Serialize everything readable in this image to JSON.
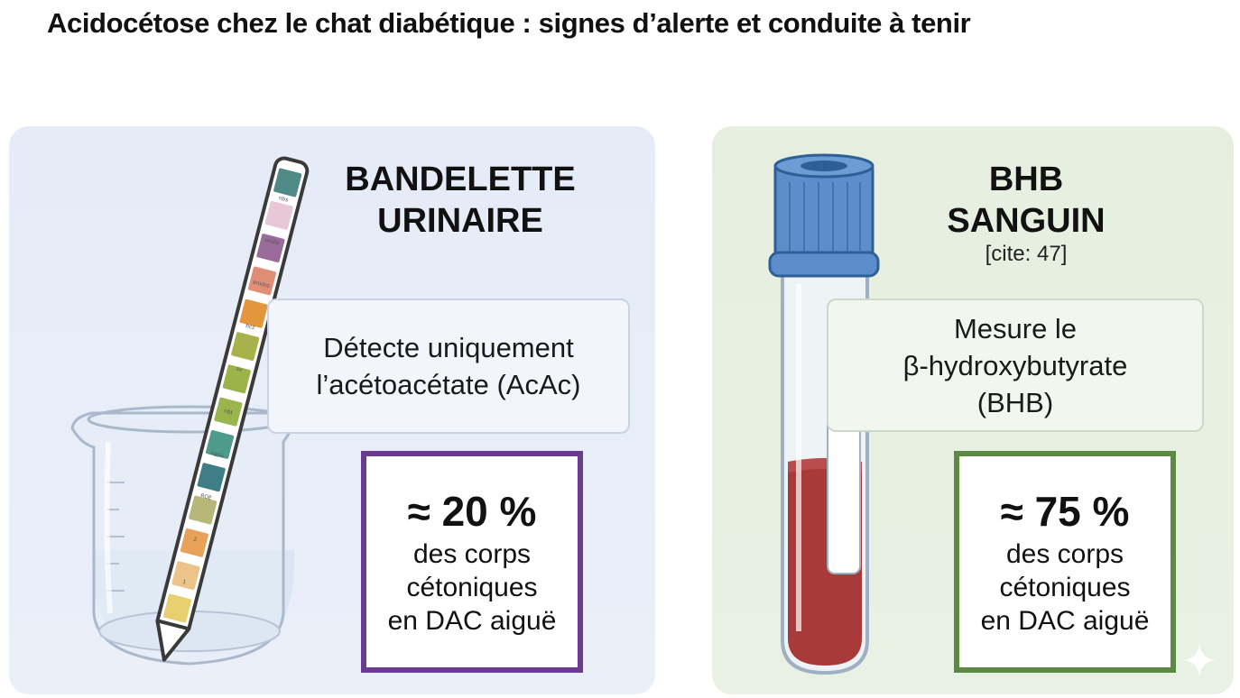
{
  "title": "Acidocétose chez le chat diabétique : signes d’alerte et conduite à tenir",
  "left": {
    "heading_lines": [
      "BANDELETTE",
      "URINAIRE"
    ],
    "description_lines": [
      "Détecte uniquement",
      "l’acétoacétate (AcAc)"
    ],
    "stat_value": "≈ 20 %",
    "stat_lines": [
      "des corps",
      "cétoniques",
      "en DAC aiguë"
    ],
    "strip_labels": [
      "nbs",
      "ondle",
      "enidre",
      "bcz",
      "sv",
      "nbt",
      "xgpa",
      "ROE",
      "2",
      "1"
    ],
    "frame_color": "#6b3a91"
  },
  "right": {
    "heading_lines": [
      "BHB",
      "SANGUIN"
    ],
    "cite": "[cite: 47]",
    "description_lines": [
      "Mesure le",
      "β-hydroxybutyrate",
      "(BHB)"
    ],
    "stat_value": "≈ 75 %",
    "stat_lines": [
      "des corps",
      "cétoniques",
      "en DAC aiguë"
    ],
    "frame_color": "#5c8a44"
  }
}
